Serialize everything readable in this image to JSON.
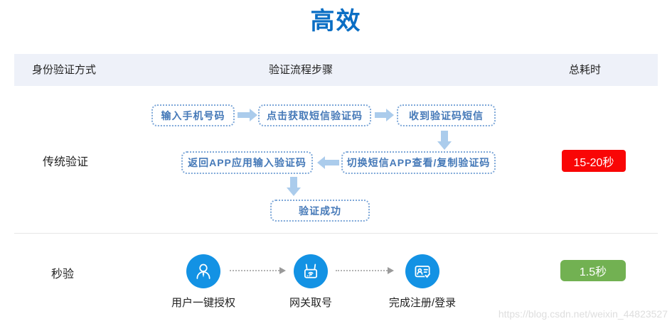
{
  "page": {
    "title": "高效",
    "watermark": "https://blog.csdn.net/weixin_44823527"
  },
  "header": {
    "method": "身份验证方式",
    "steps": "验证流程步骤",
    "time": "总耗时"
  },
  "traditional": {
    "label": "传统验证",
    "steps": {
      "enter_phone": "输入手机号码",
      "get_code": "点击获取短信验证码",
      "receive_sms": "收到验证码短信",
      "switch_app": "切换短信APP查看/复制验证码",
      "return_app": "返回APP应用输入验证码",
      "success": "验证成功"
    },
    "total_time": "15-20秒",
    "time_color": "#f90606"
  },
  "seconds_verify": {
    "label": "秒验",
    "steps": [
      {
        "icon": "user-authorize-icon",
        "label": "用户一键授权"
      },
      {
        "icon": "gateway-icon",
        "label": "网关取号"
      },
      {
        "icon": "register-login-icon",
        "label": "完成注册/登录"
      }
    ],
    "total_time": "1.5秒",
    "time_color": "#72b152"
  },
  "colors": {
    "title_blue": "#0a6ec4",
    "box_text_blue": "#4579b8",
    "box_border_blue": "#7da7d8",
    "block_arrow_blue": "#abccec",
    "header_bg": "#eef1f9",
    "badge_red": "#f90606",
    "badge_green": "#72b152",
    "icon_circle_blue": "#1392e4",
    "dotted_arrow_gray": "#9a9a9a"
  }
}
